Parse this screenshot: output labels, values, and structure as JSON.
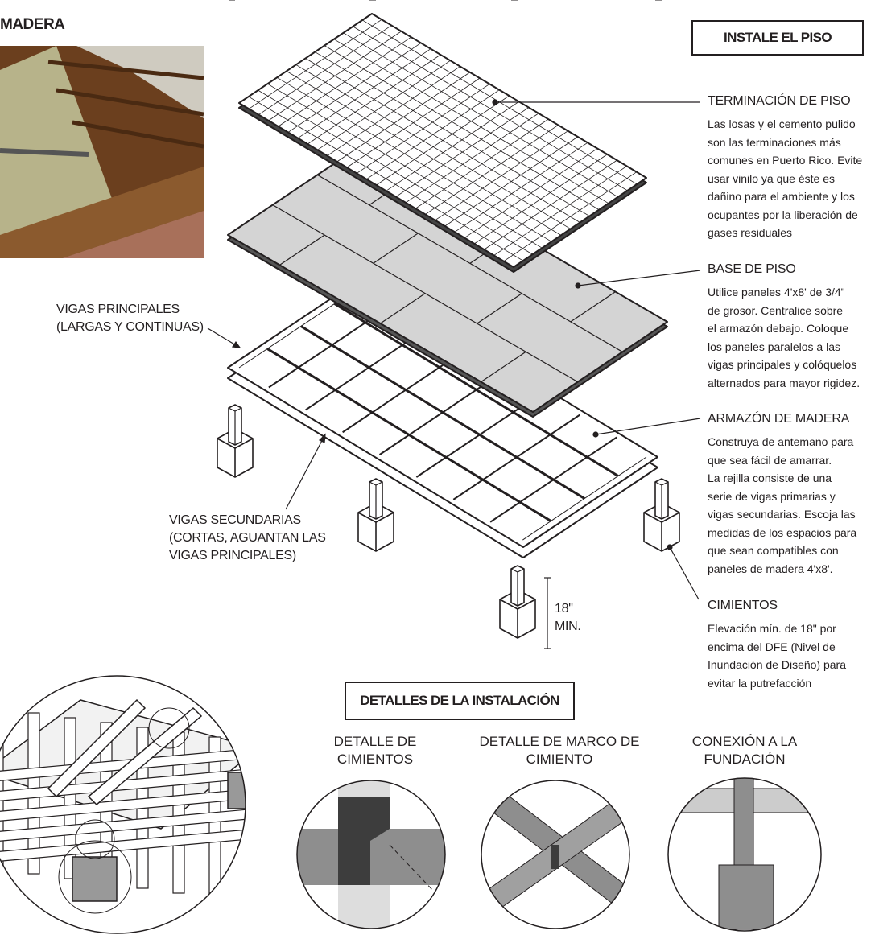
{
  "header": {
    "title": "MADERA",
    "install_floor": "INSTALE EL PISO",
    "details_title": "DETALLES DE LA INSTALACIÓN"
  },
  "callouts": [
    {
      "heading": "TERMINACIÓN DE PISO",
      "body": "Las losas y el cemento pulido\nson las terminaciones más\ncomunes en Puerto Rico. Evite\nusar vinilo ya que éste es\ndañino para el ambiente y los\nocupantes por la liberación de\ngases residuales"
    },
    {
      "heading": "BASE DE PISO",
      "body": "Utilice paneles 4'x8' de 3/4\"\nde grosor. Centralice sobre\nel armazón debajo. Coloque\nlos paneles paralelos a las\nvigas principales y colóquelos\nalternados para mayor rigidez."
    },
    {
      "heading": "ARMAZÓN DE MADERA",
      "body": "Construya de antemano para\nque sea fácil de amarrar.\nLa rejilla consiste de una\nserie de vigas primarias y\nvigas secundarias. Escoja las\nmedidas de los espacios para\nque sean compatibles con\npaneles de madera 4'x8'."
    },
    {
      "heading": "CIMIENTOS",
      "body": "Elevación mín. de 18\" por\nencima del DFE (Nivel de\nInundación de Diseño) para\nevitar la putrefacción"
    }
  ],
  "labels": {
    "main_beams": "VIGAS PRINCIPALES\n(LARGAS Y CONTINUAS)",
    "secondary_beams": "VIGAS SECUNDARIAS\n(CORTAS, AGUANTAN LAS\nVIGAS PRINCIPALES)",
    "height": "18\"\nMIN."
  },
  "details": [
    "DETALLE DE\nCIMIENTOS",
    "DETALLE DE MARCO DE\nCIMIENTO",
    "CONEXIÓN A LA\nFUNDACIÓN"
  ]
}
